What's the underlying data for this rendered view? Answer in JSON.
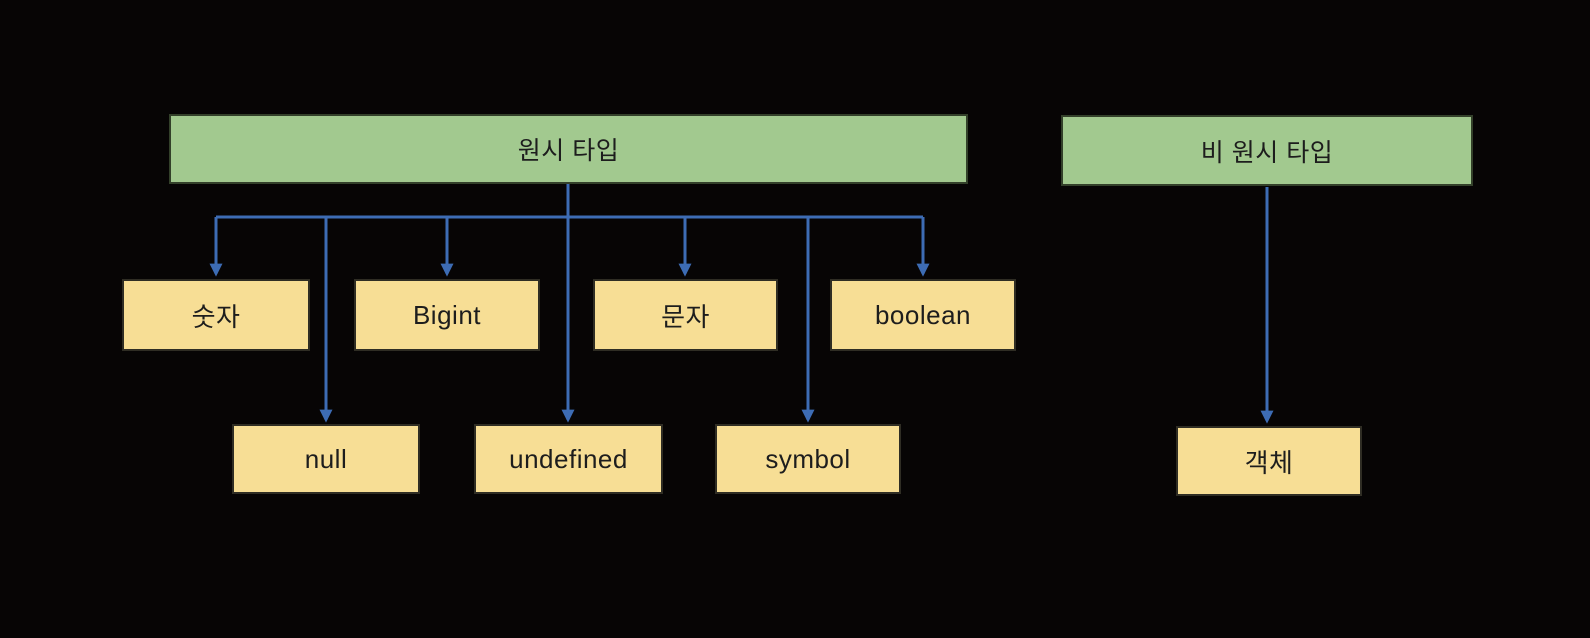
{
  "diagram": {
    "description": "JavaScript type hierarchy diagram",
    "colors": {
      "background": "#070505",
      "green_fill": "#a2c98f",
      "yellow_fill": "#f7de95",
      "line_blue": "#3d6cb4",
      "text": "#1d1d1d"
    },
    "nodes": {
      "primitive_root": {
        "label": "원시 타입"
      },
      "non_primitive_root": {
        "label": "비 원시 타입"
      },
      "number": {
        "label": "숫자"
      },
      "bigint": {
        "label": "Bigint"
      },
      "string": {
        "label": "문자"
      },
      "boolean": {
        "label": "boolean"
      },
      "null": {
        "label": "null"
      },
      "undefined": {
        "label": "undefined"
      },
      "symbol": {
        "label": "symbol"
      },
      "object": {
        "label": "객체"
      }
    },
    "edges": [
      {
        "from": "primitive_root",
        "to": "number"
      },
      {
        "from": "primitive_root",
        "to": "bigint"
      },
      {
        "from": "primitive_root",
        "to": "string"
      },
      {
        "from": "primitive_root",
        "to": "boolean"
      },
      {
        "from": "primitive_root",
        "to": "null"
      },
      {
        "from": "primitive_root",
        "to": "undefined"
      },
      {
        "from": "primitive_root",
        "to": "symbol"
      },
      {
        "from": "non_primitive_root",
        "to": "object"
      }
    ]
  }
}
